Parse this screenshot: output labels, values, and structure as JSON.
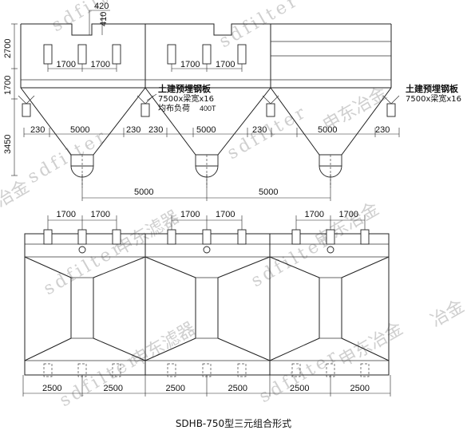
{
  "watermarks": {
    "english": "sdfilter",
    "chinese_1": "申东滤器",
    "chinese_2": "申东冶金",
    "chinese_3": "冶金"
  },
  "elevation": {
    "dim_420": "420",
    "dim_410": "410",
    "dim_2700": "2700",
    "dim_1700_vertical": "1700",
    "dim_3450": "3450",
    "spacing_1700": "1700",
    "dim_230": "230",
    "dim_5000": "5000",
    "label_embedded_plate": "土建预埋钢板",
    "label_plate_size": "7500x梁宽x16",
    "label_load": "均布负荷",
    "label_load_value": "400T"
  },
  "plan": {
    "spacing_1700": "1700",
    "dim_2500": "2500"
  },
  "caption": "SDHB-750型三元组合形式"
}
